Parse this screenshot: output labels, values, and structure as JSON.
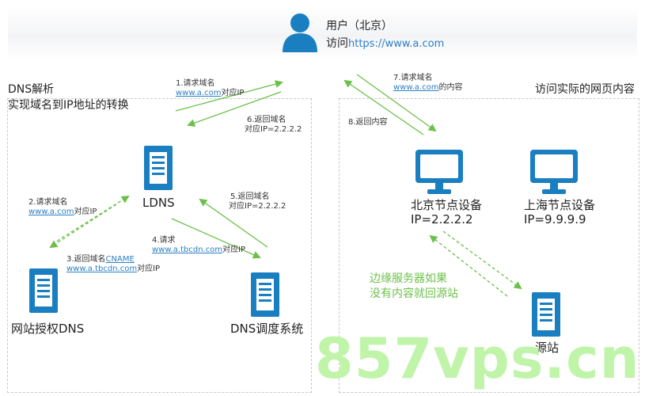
{
  "user": {
    "title": "用户（北京）",
    "visit_prefix": "访问",
    "visit_url": "https://www.a.com"
  },
  "left_panel": {
    "title_line1": "DNS解析",
    "title_line2": "实现域名到IP地址的转换"
  },
  "right_panel": {
    "title": "访问实际的网页内容"
  },
  "nodes": {
    "ldns": "LDNS",
    "auth_dns": "网站授权DNS",
    "dispatch_dns": "DNS调度系统",
    "beijing_name": "北京节点设备",
    "beijing_ip": "IP=2.2.2.2",
    "shanghai_name": "上海节点设备",
    "shanghai_ip": "IP=9.9.9.9",
    "origin": "源站"
  },
  "steps": {
    "s1_line1": "1.请求域名",
    "s1_link": "www.a.com",
    "s1_suffix": "对应IP",
    "s2_line1": "2.请求域名",
    "s2_link": "www.a.com",
    "s2_suffix": "对应IP",
    "s3_prefix": "3.返回域名",
    "s3_cname": "CNAME",
    "s3_link": "www.a.tbcdn.com",
    "s3_suffix": "对应IP",
    "s4_line1": "4.请求",
    "s4_link": "www.a.tbcdn.com",
    "s4_suffix": "对应IP",
    "s5_line1": "5.返回域名",
    "s5_line2": "对应IP=2.2.2.2",
    "s6_line1": "6.返回域名",
    "s6_line2": "对应IP=2.2.2.2",
    "s7_line1": "7.请求域名",
    "s7_link": "www.a.com",
    "s7_suffix": "的内容",
    "s8_line1": "8.返回内容"
  },
  "edge_note": {
    "line1": "边缘服务器如果",
    "line2": "没有内容就回源站"
  },
  "watermark": "857vps.cn",
  "colors": {
    "node_blue": "#1a7fc1",
    "arrow_green": "#6cc04a",
    "link_blue": "#2b7fc4"
  }
}
